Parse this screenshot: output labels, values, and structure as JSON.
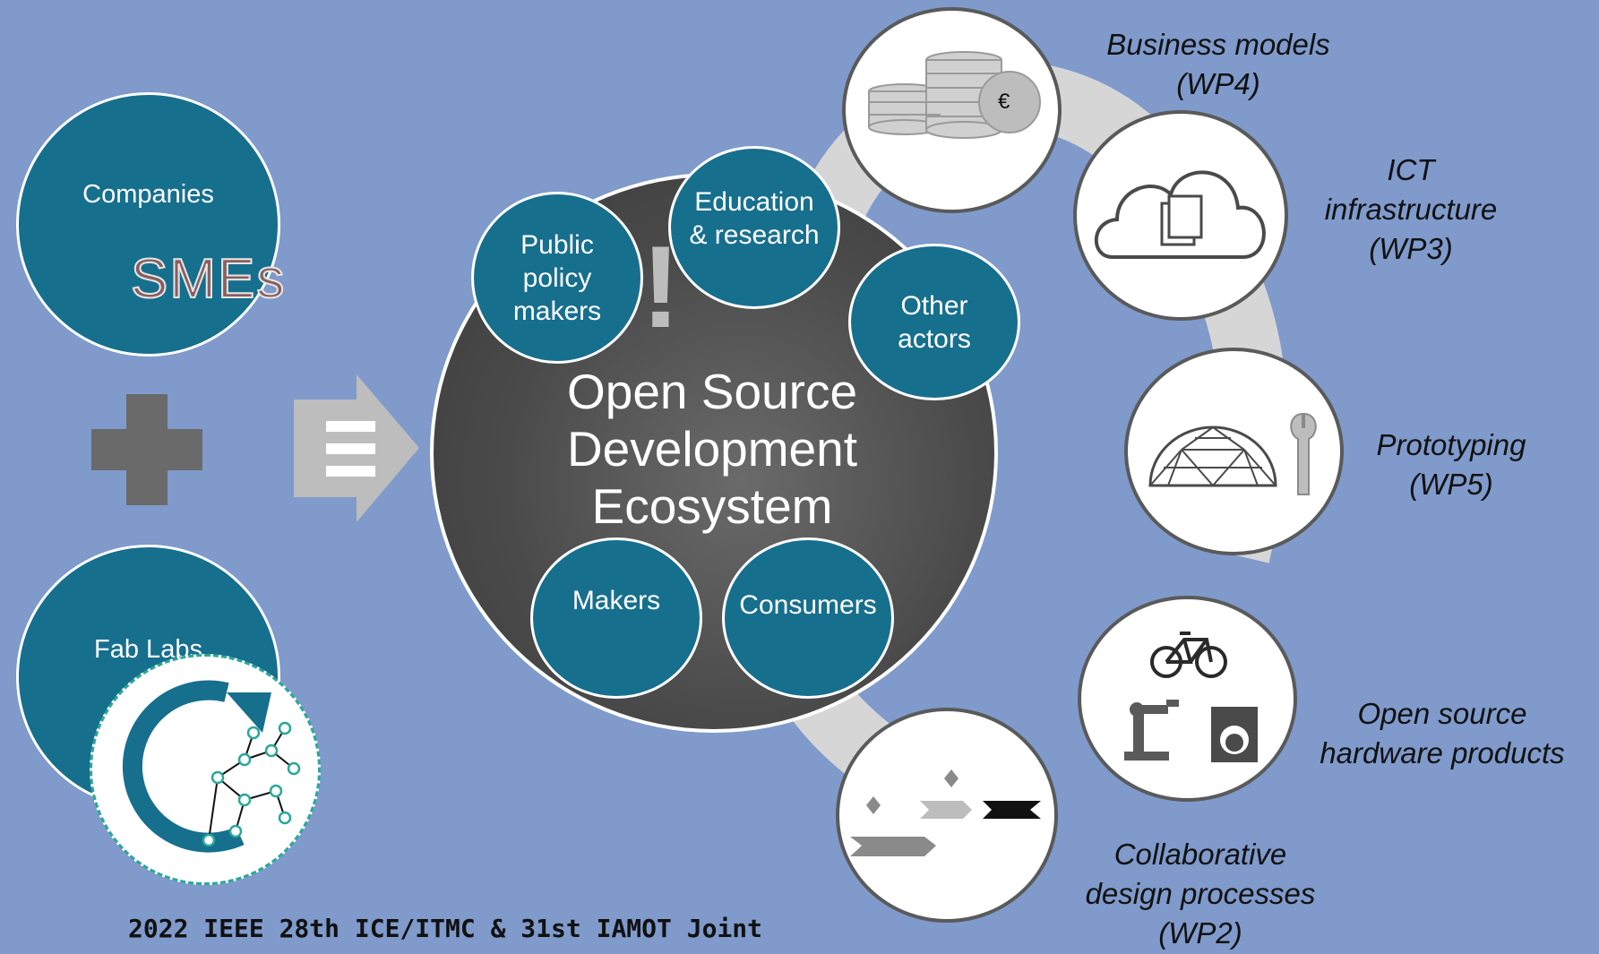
{
  "left": {
    "companies_label": "Companies",
    "smes_label": "SMEs",
    "fablabs_label": "Fab Labs"
  },
  "center": {
    "title_lines": [
      "Open Source",
      "Development",
      "Ecosystem"
    ],
    "actors": {
      "public_policy": [
        "Public",
        "policy",
        "makers"
      ],
      "education": [
        "Education",
        "& research"
      ],
      "other": [
        "Other",
        "actors"
      ],
      "makers": "Makers",
      "consumers": "Consumers"
    }
  },
  "workpackages": {
    "business": [
      "Business models",
      "(WP4)"
    ],
    "ict": [
      "ICT",
      "infrastructure",
      "(WP3)"
    ],
    "prototyping": [
      "Prototyping",
      "(WP5)"
    ],
    "products": [
      "Open source",
      "hardware products"
    ],
    "design": [
      "Collaborative",
      "design processes",
      "(WP2)"
    ]
  },
  "coin_symbol": "€",
  "footer": "2022 IEEE 28th ICE/ITMC & 31st IAMOT Joint",
  "colors": {
    "background": "#7f9acb",
    "teal": "#176f8e",
    "hub": "#4a4a4a",
    "arc": "#d6d6d6"
  }
}
